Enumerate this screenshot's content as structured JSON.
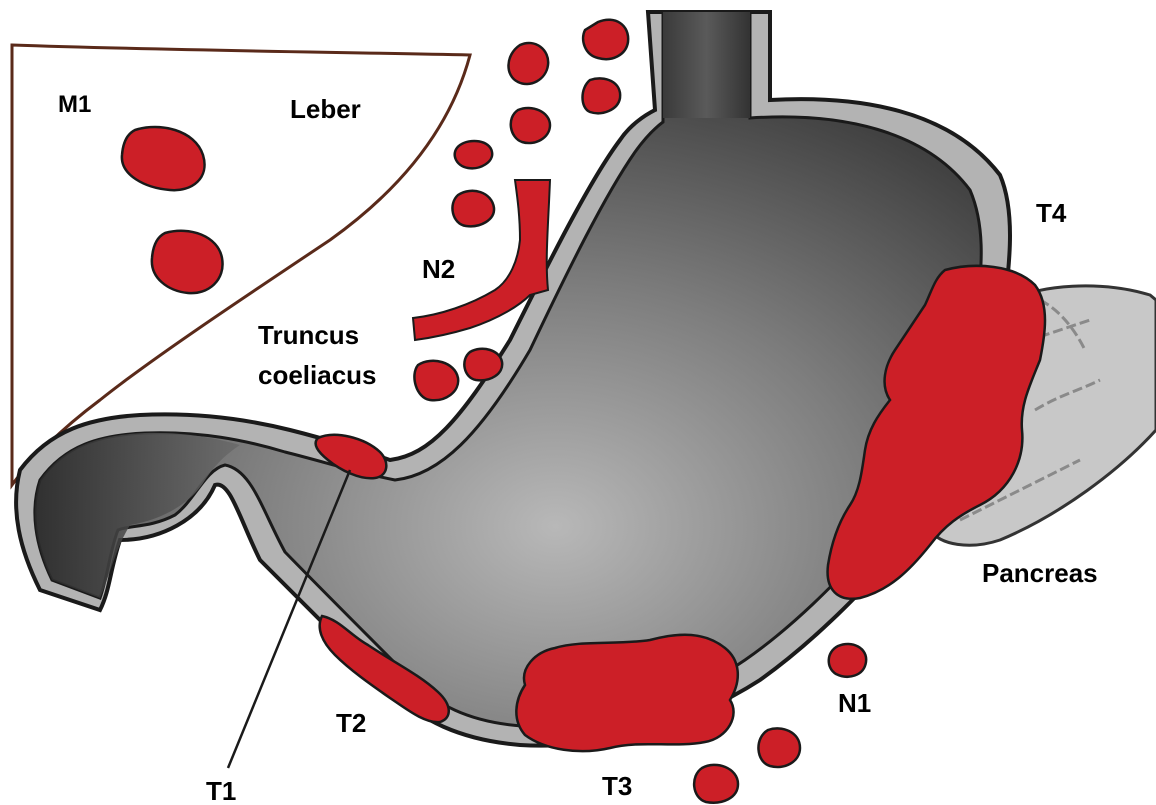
{
  "labels": {
    "m1": "M1",
    "leber": "Leber",
    "n2": "N2",
    "truncus_line1": "Truncus",
    "truncus_line2": "coeliacus",
    "t4": "T4",
    "pancreas": "Pancreas",
    "n1": "N1",
    "t1": "T1",
    "t2": "T2",
    "t3": "T3"
  },
  "colors": {
    "tumor": "#cc1f27",
    "wall": "#b3b3b3",
    "pancreas": "#c8c8c8",
    "outline": "#1a1a1a",
    "liver_outline": "#5a2a1a"
  }
}
